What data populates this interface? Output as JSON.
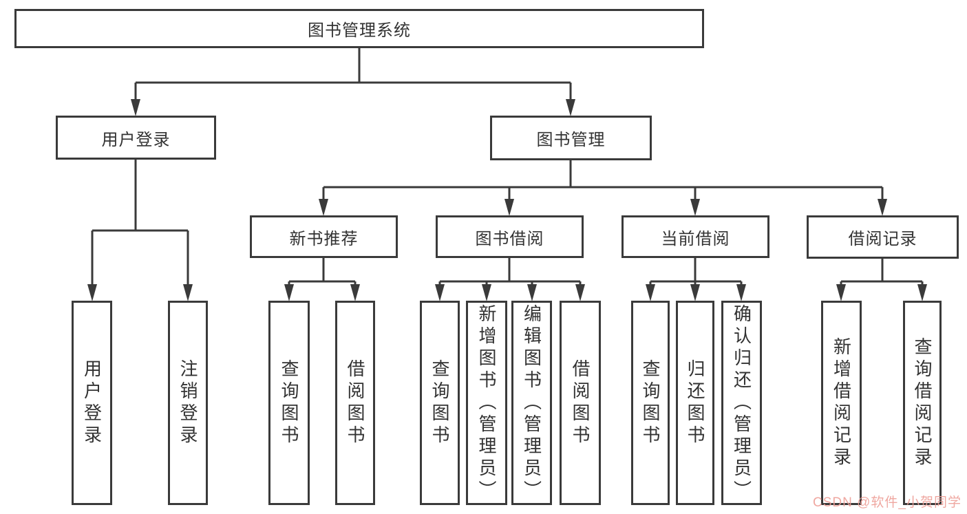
{
  "nodes": {
    "root": "图书管理系统",
    "user_login": "用户登录",
    "book_mgmt": "图书管理",
    "login": "用户登录",
    "logout": "注销登录",
    "new_books": "新书推荐",
    "book_borrow": "图书借阅",
    "current_borrow": "当前借阅",
    "borrow_records": "借阅记录",
    "nb_search": "查询图书",
    "nb_borrow": "借阅图书",
    "bb_search": "查询图书",
    "bb_add": "新增图书（管理员）",
    "bb_edit": "编辑图书（管理员）",
    "bb_borrow": "借阅图书",
    "cb_search": "查询图书",
    "cb_return": "归还图书",
    "cb_confirm": "确认归还（管理员）",
    "br_add": "新增借阅记录",
    "br_search": "查询借阅记录"
  },
  "watermark": {
    "text": "CSDN @软件_小贺同学",
    "color": "#ee9e96"
  },
  "colors": {
    "line": "#3a3a3a",
    "box_background": "#ffffff",
    "text": "#323232"
  }
}
